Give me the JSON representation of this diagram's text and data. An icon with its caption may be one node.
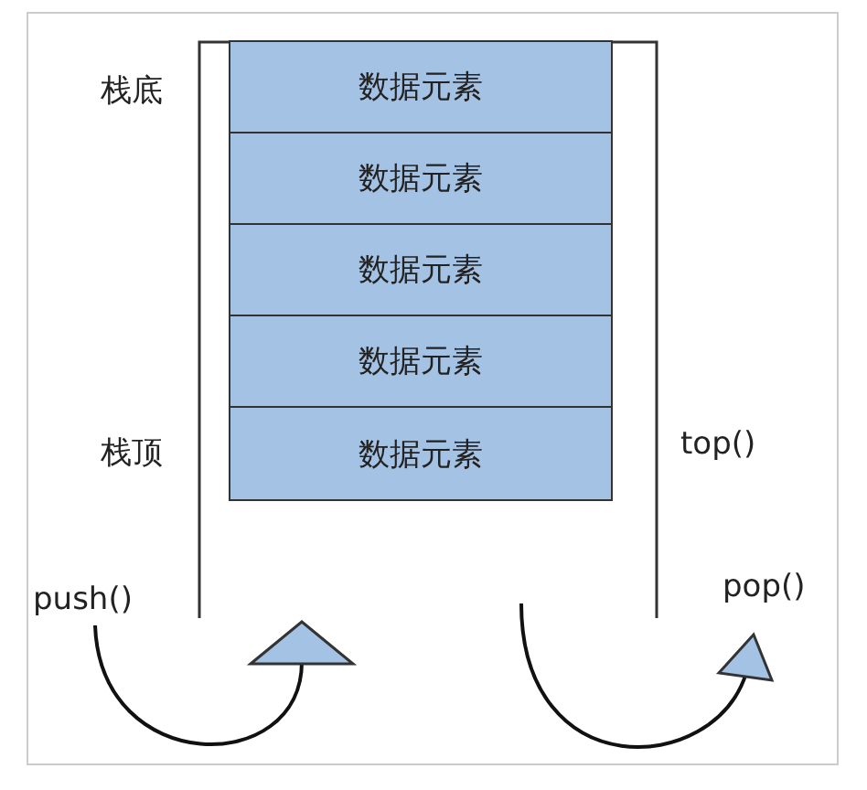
{
  "diagram": {
    "nodes": [
      {
        "text": [],
        "shape": "box"
      },
      {
        "text": [
          "数据元素"
        ],
        "in": 0
      },
      {
        "text": [
          "数据元素"
        ],
        "in": 0
      },
      {
        "text": [
          "数据元素"
        ],
        "in": 0
      },
      {
        "text": [
          "数据元素"
        ],
        "in": 0
      },
      {
        "text": [
          "数据元素"
        ],
        "in": 0
      }
    ],
    "edges": [],
    "labels": [
      "栈底",
      "栈顶",
      "top()",
      "push()",
      "pop()"
    ]
  }
}
